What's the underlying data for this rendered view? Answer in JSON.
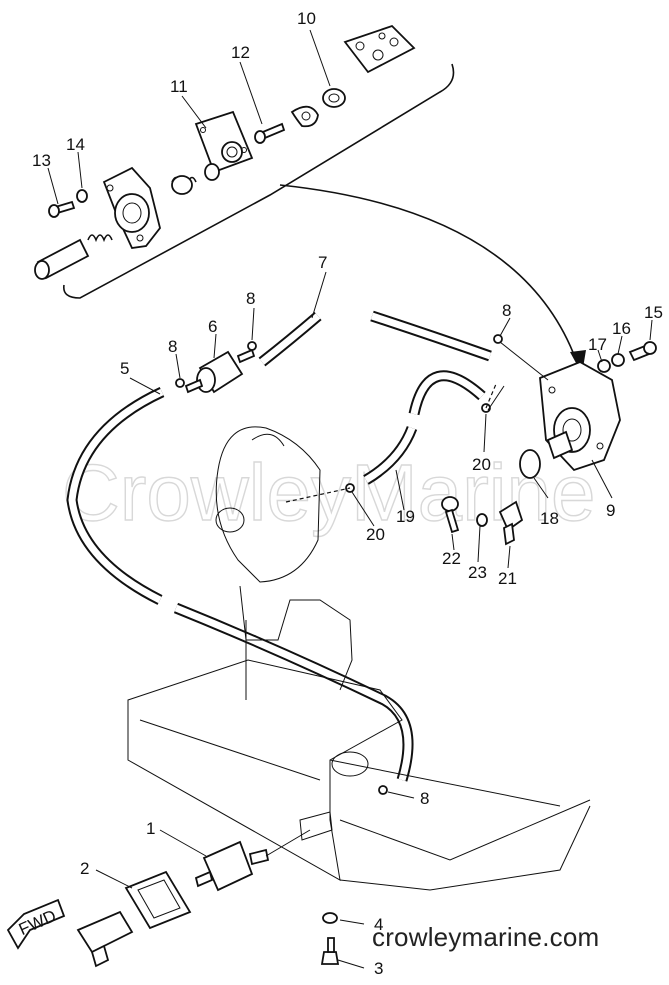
{
  "watermark": "CrowleyMarine",
  "footer": "crowleymarine.com",
  "fwd_label": "FWD",
  "callouts": {
    "c1": "1",
    "c2": "2",
    "c3": "3",
    "c4": "4",
    "c5": "5",
    "c6": "6",
    "c7": "7",
    "c8a": "8",
    "c8b": "8",
    "c8c": "8",
    "c8d": "8",
    "c9": "9",
    "c10": "10",
    "c11": "11",
    "c12": "12",
    "c13": "13",
    "c14": "14",
    "c15": "15",
    "c16": "16",
    "c17": "17",
    "c18": "18",
    "c19": "19",
    "c20a": "20",
    "c20b": "20",
    "c21": "21",
    "c22": "22",
    "c23": "23"
  }
}
